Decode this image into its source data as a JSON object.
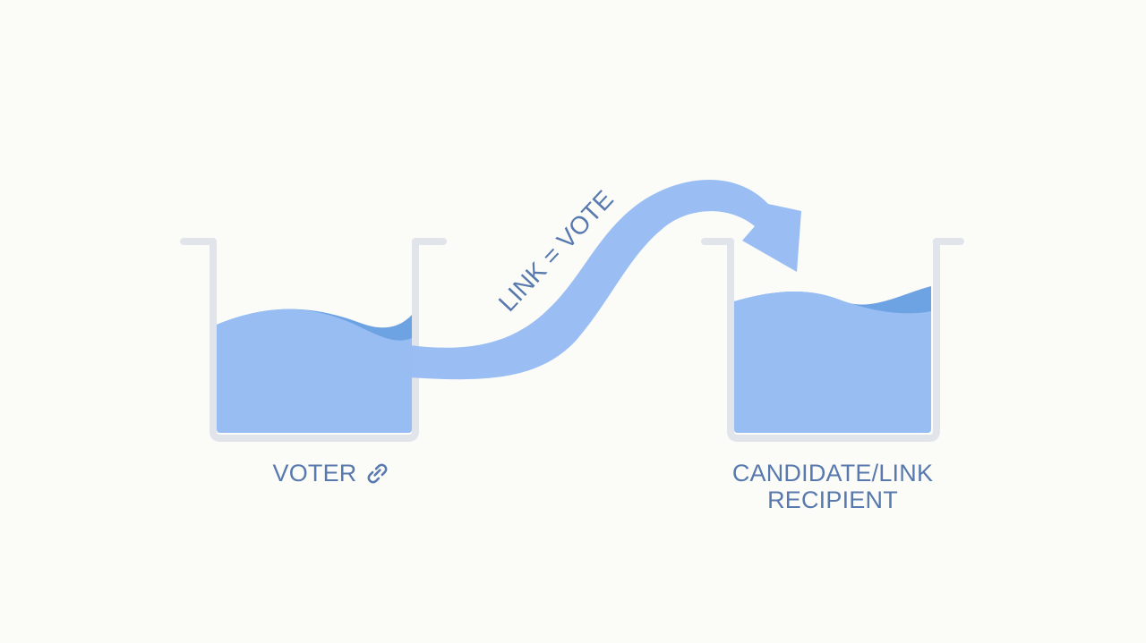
{
  "diagram": {
    "source_label": "VOTER",
    "source_icon": "chain-link-icon",
    "flow_label": "LINK = VOTE",
    "destination_label_lines": [
      "CANDIDATE/LINK",
      "RECIPIENT"
    ]
  },
  "colors": {
    "background": "#fbfbf8",
    "container_outline": "#e1e4ea",
    "water_light": "#98bdf3",
    "water_dark": "#6da3e3",
    "text": "#5879ae"
  }
}
